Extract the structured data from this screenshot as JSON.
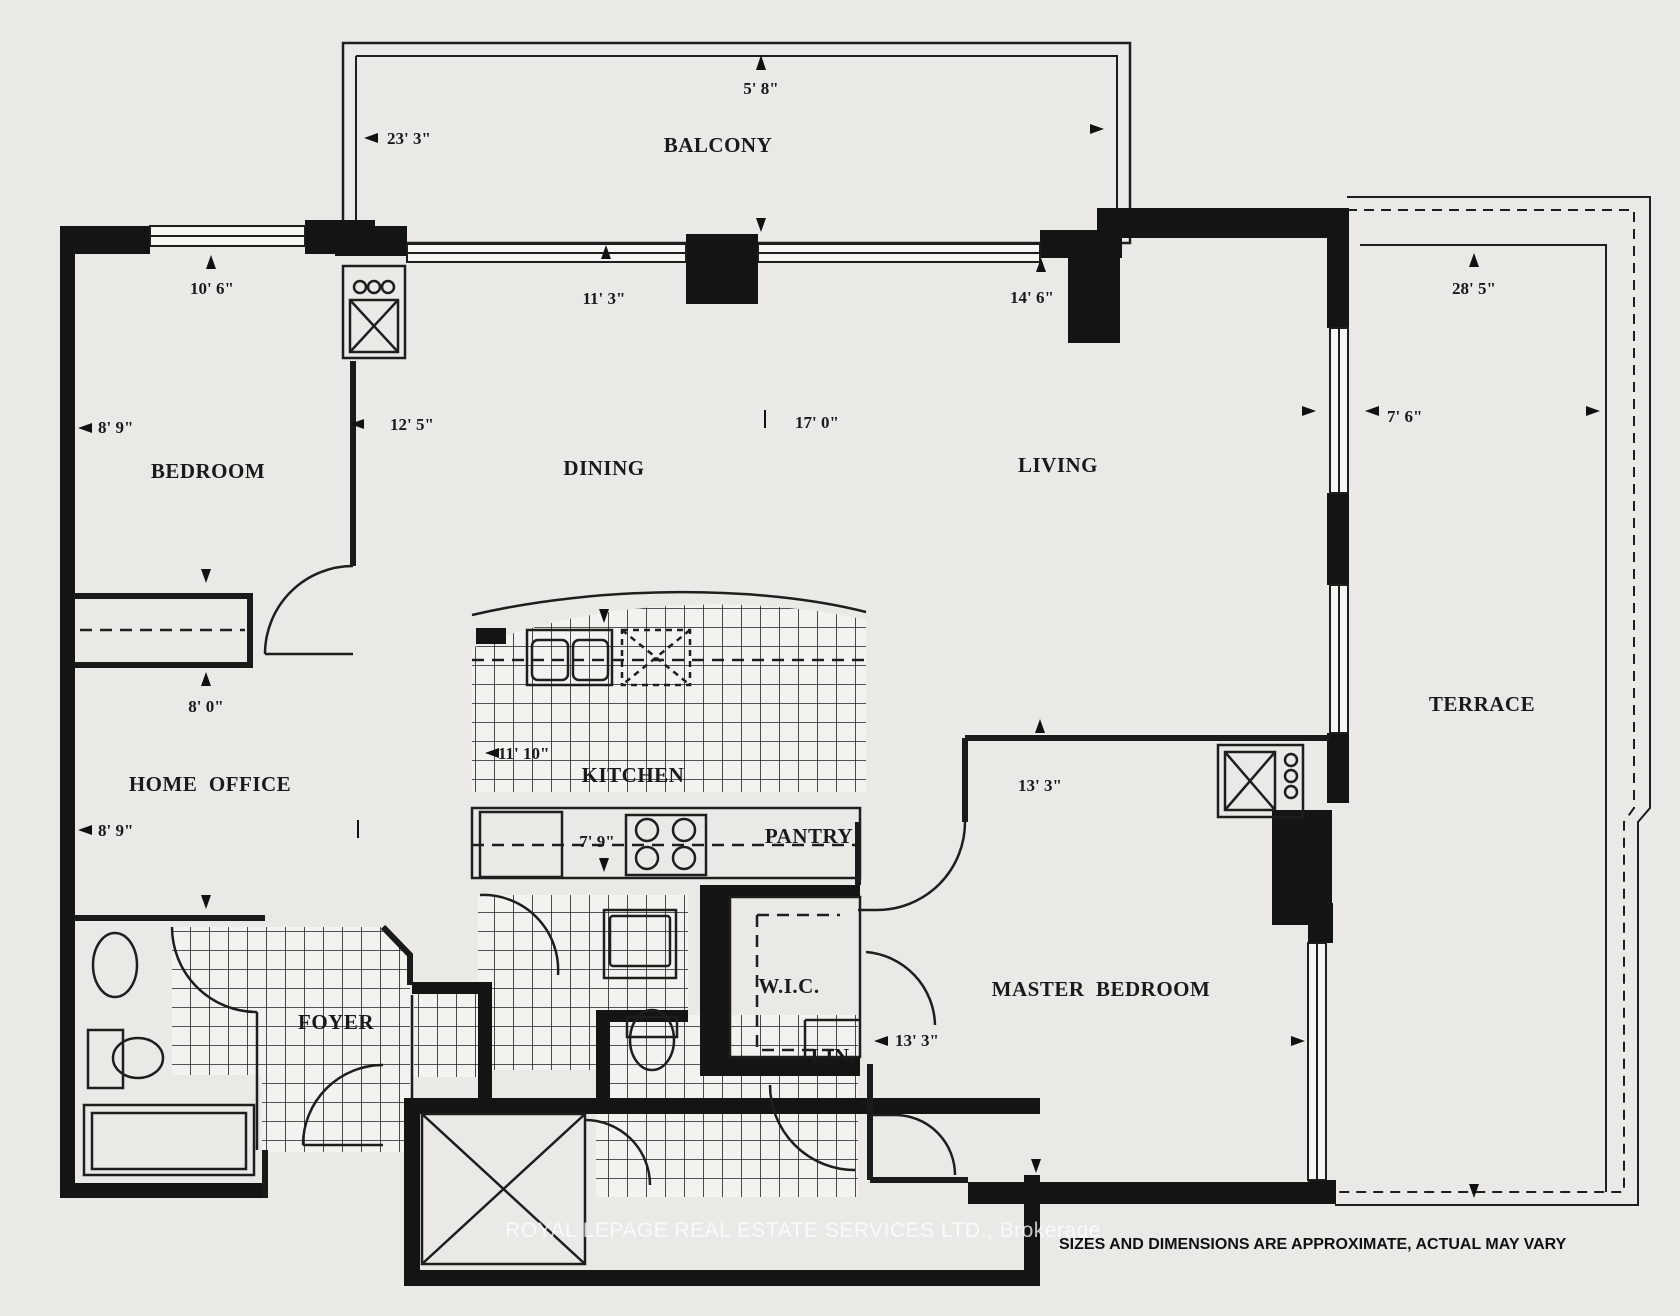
{
  "rooms": {
    "balcony": "BALCONY",
    "bedroom": "BEDROOM",
    "dining": "DINING",
    "living": "LIVING",
    "terrace": "TERRACE",
    "home_office": "HOME  OFFICE",
    "kitchen": "KITCHEN",
    "pantry": "PANTRY",
    "foyer": "FOYER",
    "wic": "W.I.C.",
    "lin": "LIN.",
    "master_bedroom": "MASTER  BEDROOM"
  },
  "dimensions": {
    "balcony_depth": "5' 8\"",
    "balcony_width": "23' 3\"",
    "bedroom_width": "10' 6\"",
    "bedroom_length": "8' 9\"",
    "dining_width": "11' 3\"",
    "dining_length": "12' 5\"",
    "living_width": "14' 6\"",
    "living_length": "17' 0\"",
    "terrace_width": "28' 5\"",
    "terrace_depth": "7' 6\"",
    "office_width": "8' 0\"",
    "office_length": "8' 9\"",
    "kitchen_length": "11' 10\"",
    "kitchen_width": "7' 9\"",
    "master_width": "13' 3\"",
    "master_length": "13' 3\""
  },
  "note": "SIZES AND DIMENSIONS ARE APPROXIMATE, ACTUAL MAY VARY",
  "watermark": "ROYAL LEPAGE REAL ESTATE SERVICES LTD., Brokerage",
  "colors": {
    "paper": "#eae9e5",
    "wall": "#141414",
    "line": "#1e1e1e"
  }
}
